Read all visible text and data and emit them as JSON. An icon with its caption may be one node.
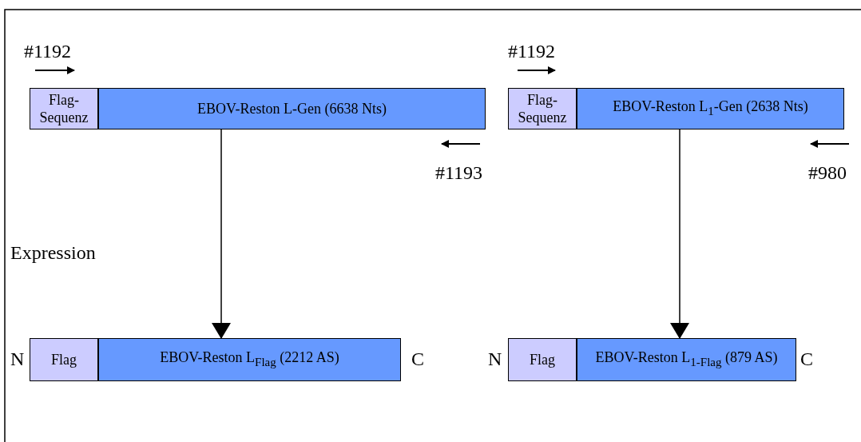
{
  "diagram": {
    "nodes": [
      {
        "text": [
          "Flag-Sequenz"
        ]
      },
      {
        "text": [
          "EBOV-Reston L-Gen (6638 Nts)"
        ]
      },
      {
        "text": [
          "Flag-Sequenz"
        ]
      },
      {
        "text": [
          "EBOV-Reston L$_{1}$-Gen (2638 Nts)"
        ]
      },
      {
        "text": [
          "Flag"
        ]
      },
      {
        "text": [
          "EBOV-Reston L$_{Flag}$ (2212 AS)"
        ]
      },
      {
        "text": [
          "Flag"
        ]
      },
      {
        "text": [
          "EBOV-Reston L$_{1-Flag}$ (879 AS)"
        ]
      }
    ],
    "edges": [
      {
        "from": 1,
        "to": 5,
        "arrow": "to"
      },
      {
        "from": 3,
        "to": 7,
        "arrow": "to"
      }
    ],
    "labels": [
      "#1192",
      "#1192",
      "#1193",
      "#980",
      "Expression",
      "N",
      "C",
      "N",
      "C"
    ]
  }
}
